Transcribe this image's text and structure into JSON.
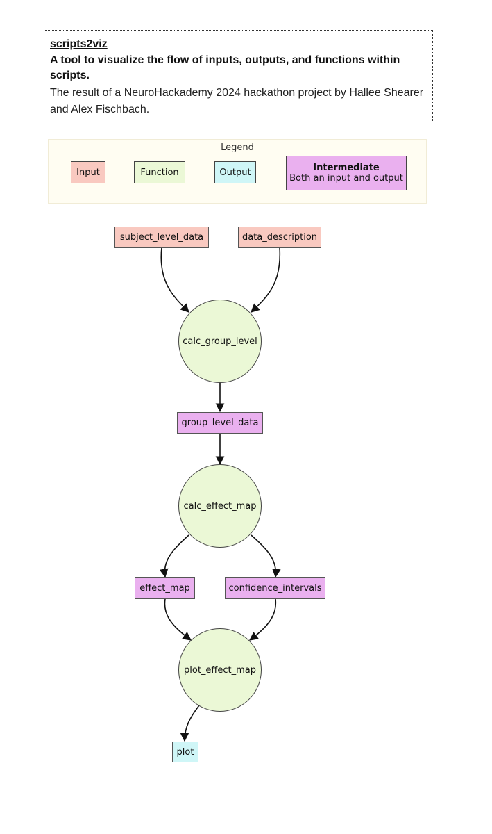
{
  "header": {
    "title": "scripts2viz",
    "subtitle": "A tool to visualize the flow of inputs, outputs, and functions within scripts.",
    "description": "The result of a NeuroHackademy 2024 hackathon project by Hallee Shearer and Alex Fischbach."
  },
  "legend": {
    "title": "Legend",
    "input": "Input",
    "function": "Function",
    "output": "Output",
    "intermediate": "Intermediate",
    "intermediate_desc": "Both an input and output"
  },
  "nodes": {
    "subject_level_data": "subject_level_data",
    "data_description": "data_description",
    "calc_group_level": "calc_group_level",
    "group_level_data": "group_level_data",
    "calc_effect_map": "calc_effect_map",
    "effect_map": "effect_map",
    "confidence_intervals": "confidence_intervals",
    "plot_effect_map": "plot_effect_map",
    "plot": "plot"
  },
  "colors": {
    "input": "#f9c9c0",
    "function": "#ebf8d6",
    "output": "#cff6f7",
    "intermediate": "#eab0ef"
  }
}
